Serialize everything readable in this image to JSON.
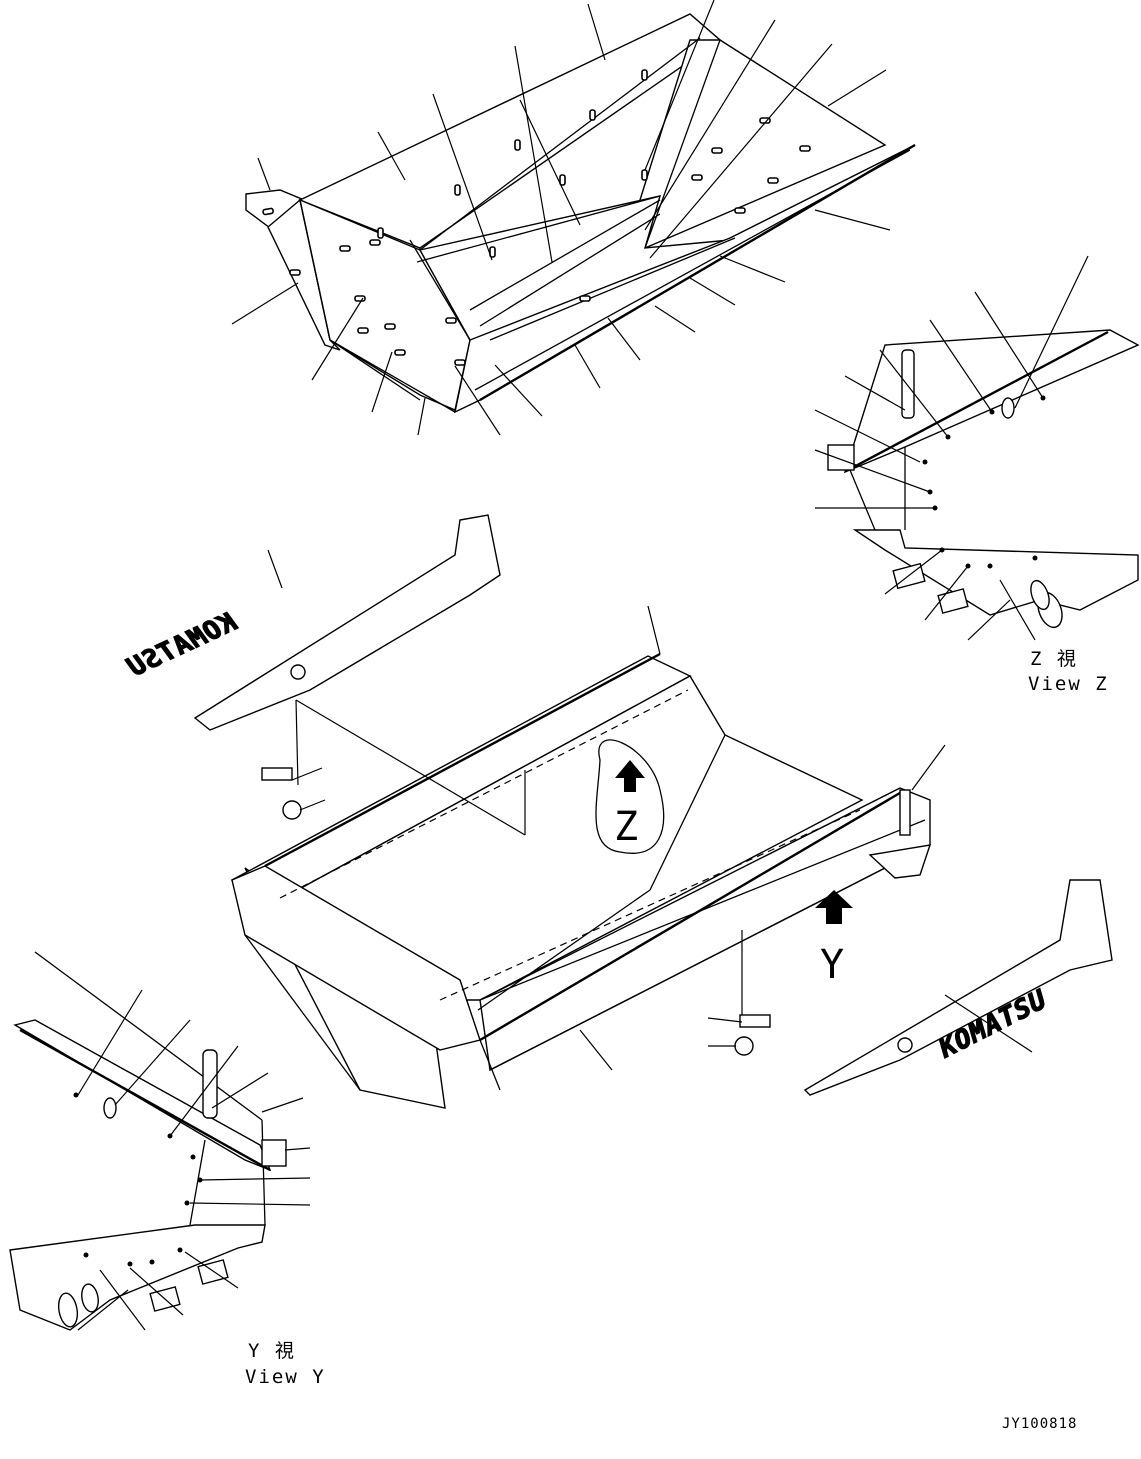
{
  "view_z": {
    "kanji": "Z  視",
    "label": "View Z"
  },
  "view_y": {
    "kanji": "Y  視",
    "label": "View Y"
  },
  "arrow_z_letter": "Z",
  "arrow_y_letter": "Y",
  "decal_text_left": "KOMATSU",
  "decal_text_right": "KOMATSU",
  "drawing_code": "JY100818"
}
